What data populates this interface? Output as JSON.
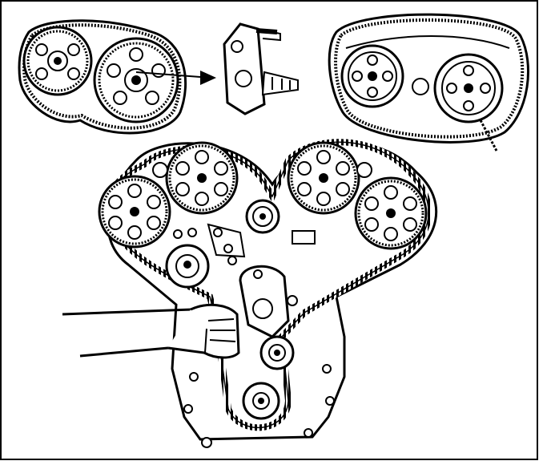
{
  "figure": {
    "caption": "",
    "colors": {
      "ink": "#000000",
      "paper": "#ffffff"
    },
    "panels": [
      {
        "id": "detail-left",
        "icon": "camshaft-sprockets-with-belt"
      },
      {
        "id": "detail-middle",
        "icon": "camshaft-locking-tool"
      },
      {
        "id": "detail-right",
        "icon": "camshaft-timing-cover-installed"
      },
      {
        "id": "main",
        "icon": "timing-belt-routing-with-tensioner-held-by-hand"
      }
    ]
  }
}
